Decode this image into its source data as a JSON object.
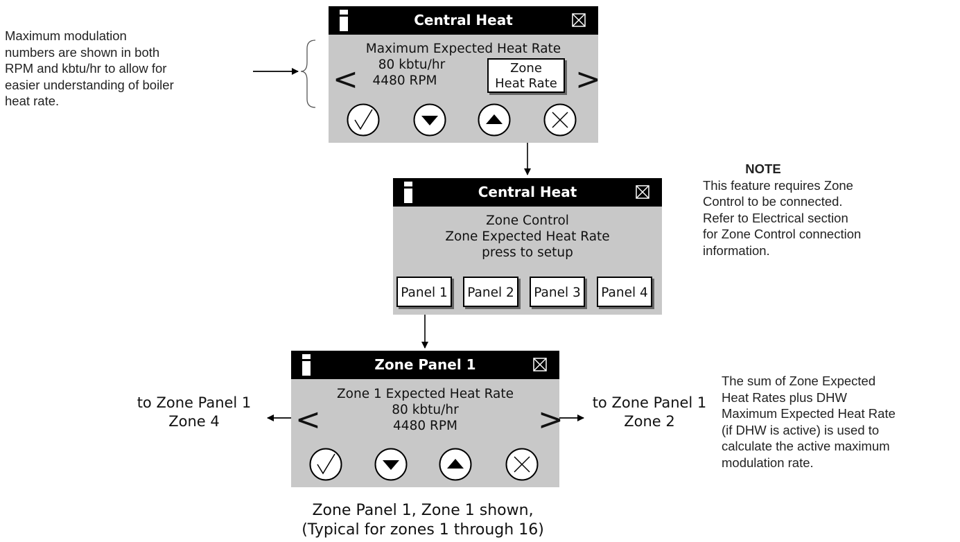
{
  "left_annotation": {
    "lines": [
      "Maximum modulation",
      "numbers are shown in both",
      "RPM and kbtu/hr to allow for",
      "easier understanding of boiler",
      "heat rate."
    ]
  },
  "screen1": {
    "title": "Central Heat",
    "line1": "Maximum Expected Heat Rate",
    "line2": "80 kbtu/hr",
    "line3": "4480 RPM",
    "zone_button": [
      "Zone",
      "Heat Rate"
    ],
    "prev": "<",
    "next": ">"
  },
  "screen2": {
    "title": "Central Heat",
    "lines": [
      "Zone Control",
      "Zone Expected Heat Rate",
      "press to setup"
    ],
    "panels": [
      "Panel 1",
      "Panel 2",
      "Panel 3",
      "Panel 4"
    ]
  },
  "screen3": {
    "title": "Zone Panel 1",
    "line1": "Zone 1 Expected Heat Rate",
    "line2": "80 kbtu/hr",
    "line3": "4480 RPM",
    "prev": "<",
    "next": ">"
  },
  "note": {
    "heading": "NOTE",
    "lines": [
      "This feature requires Zone",
      "Control to be connected.",
      "Refer to Electrical section",
      "for Zone Control connection",
      "information."
    ]
  },
  "sum_annotation": {
    "lines": [
      "The sum of Zone Expected",
      "Heat Rates plus DHW",
      "Maximum Expected Heat Rate",
      "(if DHW is active) is used to",
      "calculate the active maximum",
      "modulation rate."
    ]
  },
  "left_nav_label": [
    "to Zone Panel 1",
    "Zone 4"
  ],
  "right_nav_label": [
    "to Zone Panel 1",
    "Zone 2"
  ],
  "caption": [
    "Zone Panel 1, Zone 1 shown,",
    "(Typical for zones 1 through 16)"
  ]
}
